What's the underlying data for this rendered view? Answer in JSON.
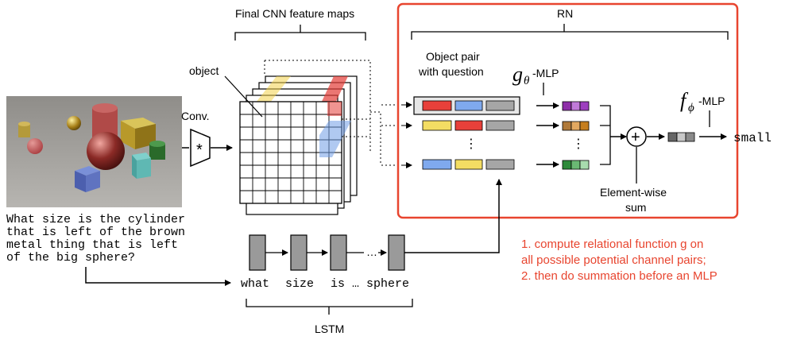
{
  "labels": {
    "cnn_title": "Final CNN feature maps",
    "object": "object",
    "conv": "Conv.",
    "rn": "RN",
    "object_pair_line1": "Object pair",
    "object_pair_line2": "with question",
    "g_symbol": "g",
    "g_sub": "θ",
    "g_mlp": "-MLP",
    "f_symbol": "f",
    "f_sub": "ϕ",
    "f_mlp": "-MLP",
    "answer": "small",
    "elementwise_line1": "Element-wise",
    "elementwise_line2": "sum",
    "question_lines": [
      "What size is the cylinder",
      "that is left of the brown",
      "metal thing that is left",
      "of the big sphere?"
    ],
    "lstm_words": [
      "what",
      "size",
      "is … sphere"
    ],
    "lstm_dots": "…",
    "lstm": "LSTM",
    "note_lines": [
      "1. compute relational function g  on",
      "all possible potential channel pairs;",
      "2. then do summation before an MLP"
    ],
    "vdots": "⋮",
    "conv_symbol": "*",
    "plus": "+"
  },
  "colors": {
    "accent_red": "#e8452f",
    "pair_red": "#e8403a",
    "pair_blue": "#7fa9ee",
    "pair_yellow": "#f3dd63",
    "pair_gray": "#a6a6a6",
    "lstm_gray": "#9a9a9a"
  },
  "icons": {
    "clevr_scene": "clevr-scene-image",
    "conv_symbol": "convolution-trapezoid-icon",
    "sum_symbol": "circled-plus-icon"
  }
}
